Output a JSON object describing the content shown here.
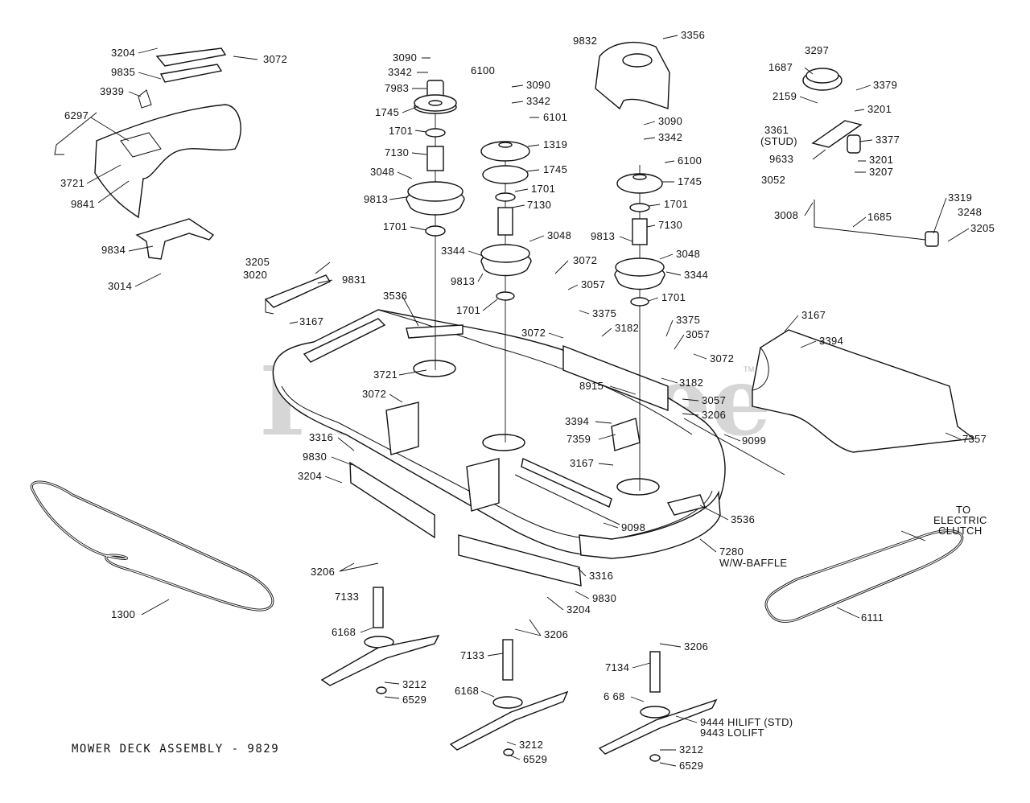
{
  "diagram": {
    "title": "MOWER DECK ASSEMBLY - 9829",
    "watermark": "PartsTree",
    "watermark_tm": "TM",
    "callouts": [
      {
        "id": "c1",
        "text": "3204"
      },
      {
        "id": "c2",
        "text": "9835"
      },
      {
        "id": "c3",
        "text": "3072"
      },
      {
        "id": "c4",
        "text": "3939"
      },
      {
        "id": "c5",
        "text": "6297"
      },
      {
        "id": "c6",
        "text": "3721"
      },
      {
        "id": "c7",
        "text": "9841"
      },
      {
        "id": "c8",
        "text": "9834"
      },
      {
        "id": "c9",
        "text": "3014"
      },
      {
        "id": "c10",
        "text": "3090"
      },
      {
        "id": "c11",
        "text": "3342"
      },
      {
        "id": "c12",
        "text": "7983"
      },
      {
        "id": "c13",
        "text": "6100"
      },
      {
        "id": "c14",
        "text": "1745"
      },
      {
        "id": "c15",
        "text": "1701"
      },
      {
        "id": "c16",
        "text": "7130"
      },
      {
        "id": "c17",
        "text": "3048"
      },
      {
        "id": "c18",
        "text": "9813"
      },
      {
        "id": "c19",
        "text": "1701"
      },
      {
        "id": "c20",
        "text": "3090"
      },
      {
        "id": "c21",
        "text": "3342"
      },
      {
        "id": "c22",
        "text": "6101"
      },
      {
        "id": "c23",
        "text": "1319"
      },
      {
        "id": "c24",
        "text": "1745"
      },
      {
        "id": "c25",
        "text": "1701"
      },
      {
        "id": "c26",
        "text": "7130"
      },
      {
        "id": "c27",
        "text": "3048"
      },
      {
        "id": "c28",
        "text": "3344"
      },
      {
        "id": "c29",
        "text": "9813"
      },
      {
        "id": "c30",
        "text": "1701"
      },
      {
        "id": "c31",
        "text": "9832"
      },
      {
        "id": "c32",
        "text": "3356"
      },
      {
        "id": "c33",
        "text": "3090"
      },
      {
        "id": "c34",
        "text": "3342"
      },
      {
        "id": "c35",
        "text": "6100"
      },
      {
        "id": "c36",
        "text": "1745"
      },
      {
        "id": "c37",
        "text": "1701"
      },
      {
        "id": "c38",
        "text": "7130"
      },
      {
        "id": "c39",
        "text": "9813"
      },
      {
        "id": "c40",
        "text": "3048"
      },
      {
        "id": "c41",
        "text": "3344"
      },
      {
        "id": "c42",
        "text": "1701"
      },
      {
        "id": "c43",
        "text": "3297"
      },
      {
        "id": "c44",
        "text": "1687"
      },
      {
        "id": "c45",
        "text": "3379"
      },
      {
        "id": "c46",
        "text": "2159"
      },
      {
        "id": "c47",
        "text": "3201"
      },
      {
        "id": "c48",
        "text": "3361"
      },
      {
        "id": "c49",
        "text": "(STUD)"
      },
      {
        "id": "c50",
        "text": "3377"
      },
      {
        "id": "c51",
        "text": "9633"
      },
      {
        "id": "c52",
        "text": "3201"
      },
      {
        "id": "c53",
        "text": "3207"
      },
      {
        "id": "c54",
        "text": "3052"
      },
      {
        "id": "c55",
        "text": "3008"
      },
      {
        "id": "c56",
        "text": "1685"
      },
      {
        "id": "c57",
        "text": "3319"
      },
      {
        "id": "c58",
        "text": "3248"
      },
      {
        "id": "c59",
        "text": "3205"
      },
      {
        "id": "c60",
        "text": "3205"
      },
      {
        "id": "c61",
        "text": "3020"
      },
      {
        "id": "c62",
        "text": "9831"
      },
      {
        "id": "c63",
        "text": "3167"
      },
      {
        "id": "c64",
        "text": "3536"
      },
      {
        "id": "c65",
        "text": "3721"
      },
      {
        "id": "c66",
        "text": "3072"
      },
      {
        "id": "c67",
        "text": "3057"
      },
      {
        "id": "c68",
        "text": "3375"
      },
      {
        "id": "c69",
        "text": "3072"
      },
      {
        "id": "c70",
        "text": "3182"
      },
      {
        "id": "c71",
        "text": "3375"
      },
      {
        "id": "c72",
        "text": "3057"
      },
      {
        "id": "c73",
        "text": "3072"
      },
      {
        "id": "c74",
        "text": "8915"
      },
      {
        "id": "c75",
        "text": "3182"
      },
      {
        "id": "c76",
        "text": "3057"
      },
      {
        "id": "c77",
        "text": "3206"
      },
      {
        "id": "c78",
        "text": "3072"
      },
      {
        "id": "c79",
        "text": "3394"
      },
      {
        "id": "c80",
        "text": "7359"
      },
      {
        "id": "c81",
        "text": "3167"
      },
      {
        "id": "c82",
        "text": "9099"
      },
      {
        "id": "c83",
        "text": "3167"
      },
      {
        "id": "c84",
        "text": "3394"
      },
      {
        "id": "c85",
        "text": "7357"
      },
      {
        "id": "c86",
        "text": "3316"
      },
      {
        "id": "c87",
        "text": "9830"
      },
      {
        "id": "c88",
        "text": "3204"
      },
      {
        "id": "c89",
        "text": "9098"
      },
      {
        "id": "c90",
        "text": "3536"
      },
      {
        "id": "c91",
        "text": "7280"
      },
      {
        "id": "c92",
        "text": "W/W-BAFFLE"
      },
      {
        "id": "c93",
        "text": "3316"
      },
      {
        "id": "c94",
        "text": "9830"
      },
      {
        "id": "c95",
        "text": "3204"
      },
      {
        "id": "c96",
        "text": "TO"
      },
      {
        "id": "c97",
        "text": "ELECTRIC"
      },
      {
        "id": "c98",
        "text": "CLUTCH"
      },
      {
        "id": "c99",
        "text": "1300"
      },
      {
        "id": "c100",
        "text": "3206"
      },
      {
        "id": "c101",
        "text": "7133"
      },
      {
        "id": "c102",
        "text": "6168"
      },
      {
        "id": "c103",
        "text": "3212"
      },
      {
        "id": "c104",
        "text": "6529"
      },
      {
        "id": "c105",
        "text": "3206"
      },
      {
        "id": "c106",
        "text": "7133"
      },
      {
        "id": "c107",
        "text": "6168"
      },
      {
        "id": "c108",
        "text": "3212"
      },
      {
        "id": "c109",
        "text": "6529"
      },
      {
        "id": "c110",
        "text": "3206"
      },
      {
        "id": "c111",
        "text": "7134"
      },
      {
        "id": "c112",
        "text": "6 68"
      },
      {
        "id": "c113",
        "text": "9444 HILIFT (STD)"
      },
      {
        "id": "c114",
        "text": "9443 LOLIFT"
      },
      {
        "id": "c115",
        "text": "3212"
      },
      {
        "id": "c116",
        "text": "6529"
      },
      {
        "id": "c117",
        "text": "6111"
      }
    ]
  }
}
